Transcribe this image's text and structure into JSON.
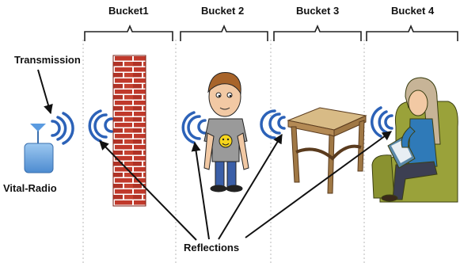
{
  "buckets": [
    {
      "label": "Bucket1"
    },
    {
      "label": "Bucket 2"
    },
    {
      "label": "Bucket 3"
    },
    {
      "label": "Bucket 4"
    }
  ],
  "labels": {
    "transmission": "Transmission",
    "device": "Vital-Radio",
    "reflections": "Reflections"
  },
  "colors": {
    "wave_blue": "#2c62b8",
    "device_blue": "#6fa8e0",
    "brick_red": "#c0392b",
    "chair_green": "#9aa23a",
    "table_wood": "#c9a873"
  },
  "objects": [
    "brick-wall",
    "person-standing",
    "side-table",
    "person-reading-in-chair"
  ]
}
